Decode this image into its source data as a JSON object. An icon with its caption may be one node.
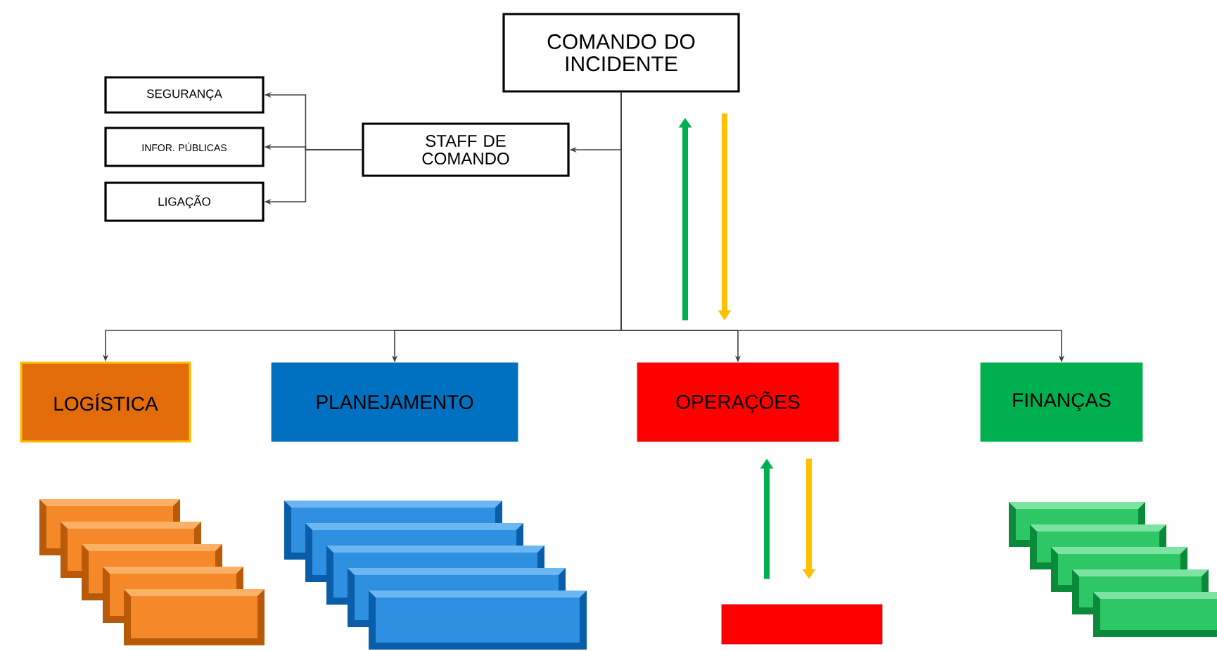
{
  "diagram": {
    "nodes": [
      {
        "text": [
          "COMANDO DO INCIDENTE"
        ]
      },
      {
        "text": [
          "STAFF DE COMANDO"
        ]
      },
      {
        "text": [
          "SEGURANÇA"
        ]
      },
      {
        "text": [
          "INFOR. PÚBLICAS"
        ]
      },
      {
        "text": [
          "LIGAÇÃO"
        ]
      },
      {
        "text": [
          "LOGÍSTICA"
        ]
      },
      {
        "text": [
          "PLANEJAMENTO"
        ]
      },
      {
        "text": [
          "OPERAÇÕES"
        ]
      },
      {
        "text": [
          "FINANÇAS"
        ]
      },
      {
        "text": [],
        "shape": "box"
      }
    ],
    "edges": [
      {
        "from": 0,
        "to": 1,
        "arrow": "to"
      },
      {
        "from": 1,
        "to": 2,
        "arrow": "to"
      },
      {
        "from": 1,
        "to": 3,
        "arrow": "to"
      },
      {
        "from": 1,
        "to": 4,
        "arrow": "to"
      },
      {
        "from": 0,
        "to": 5,
        "arrow": "to"
      },
      {
        "from": 0,
        "to": 6,
        "arrow": "to"
      },
      {
        "from": 0,
        "to": 7,
        "arrow": "to"
      },
      {
        "from": 0,
        "to": 8,
        "arrow": "to"
      },
      {
        "from": 7,
        "to": 0,
        "arrow": "to",
        "style": "thick",
        "color": "#00b050"
      },
      {
        "from": 0,
        "to": 7,
        "arrow": "to",
        "style": "thick",
        "color": "#ffc000"
      },
      {
        "from": 9,
        "to": 7,
        "arrow": "to",
        "style": "thick",
        "color": "#00b050"
      },
      {
        "from": 7,
        "to": 9,
        "arrow": "to",
        "style": "thick",
        "color": "#ffc000"
      }
    ]
  }
}
